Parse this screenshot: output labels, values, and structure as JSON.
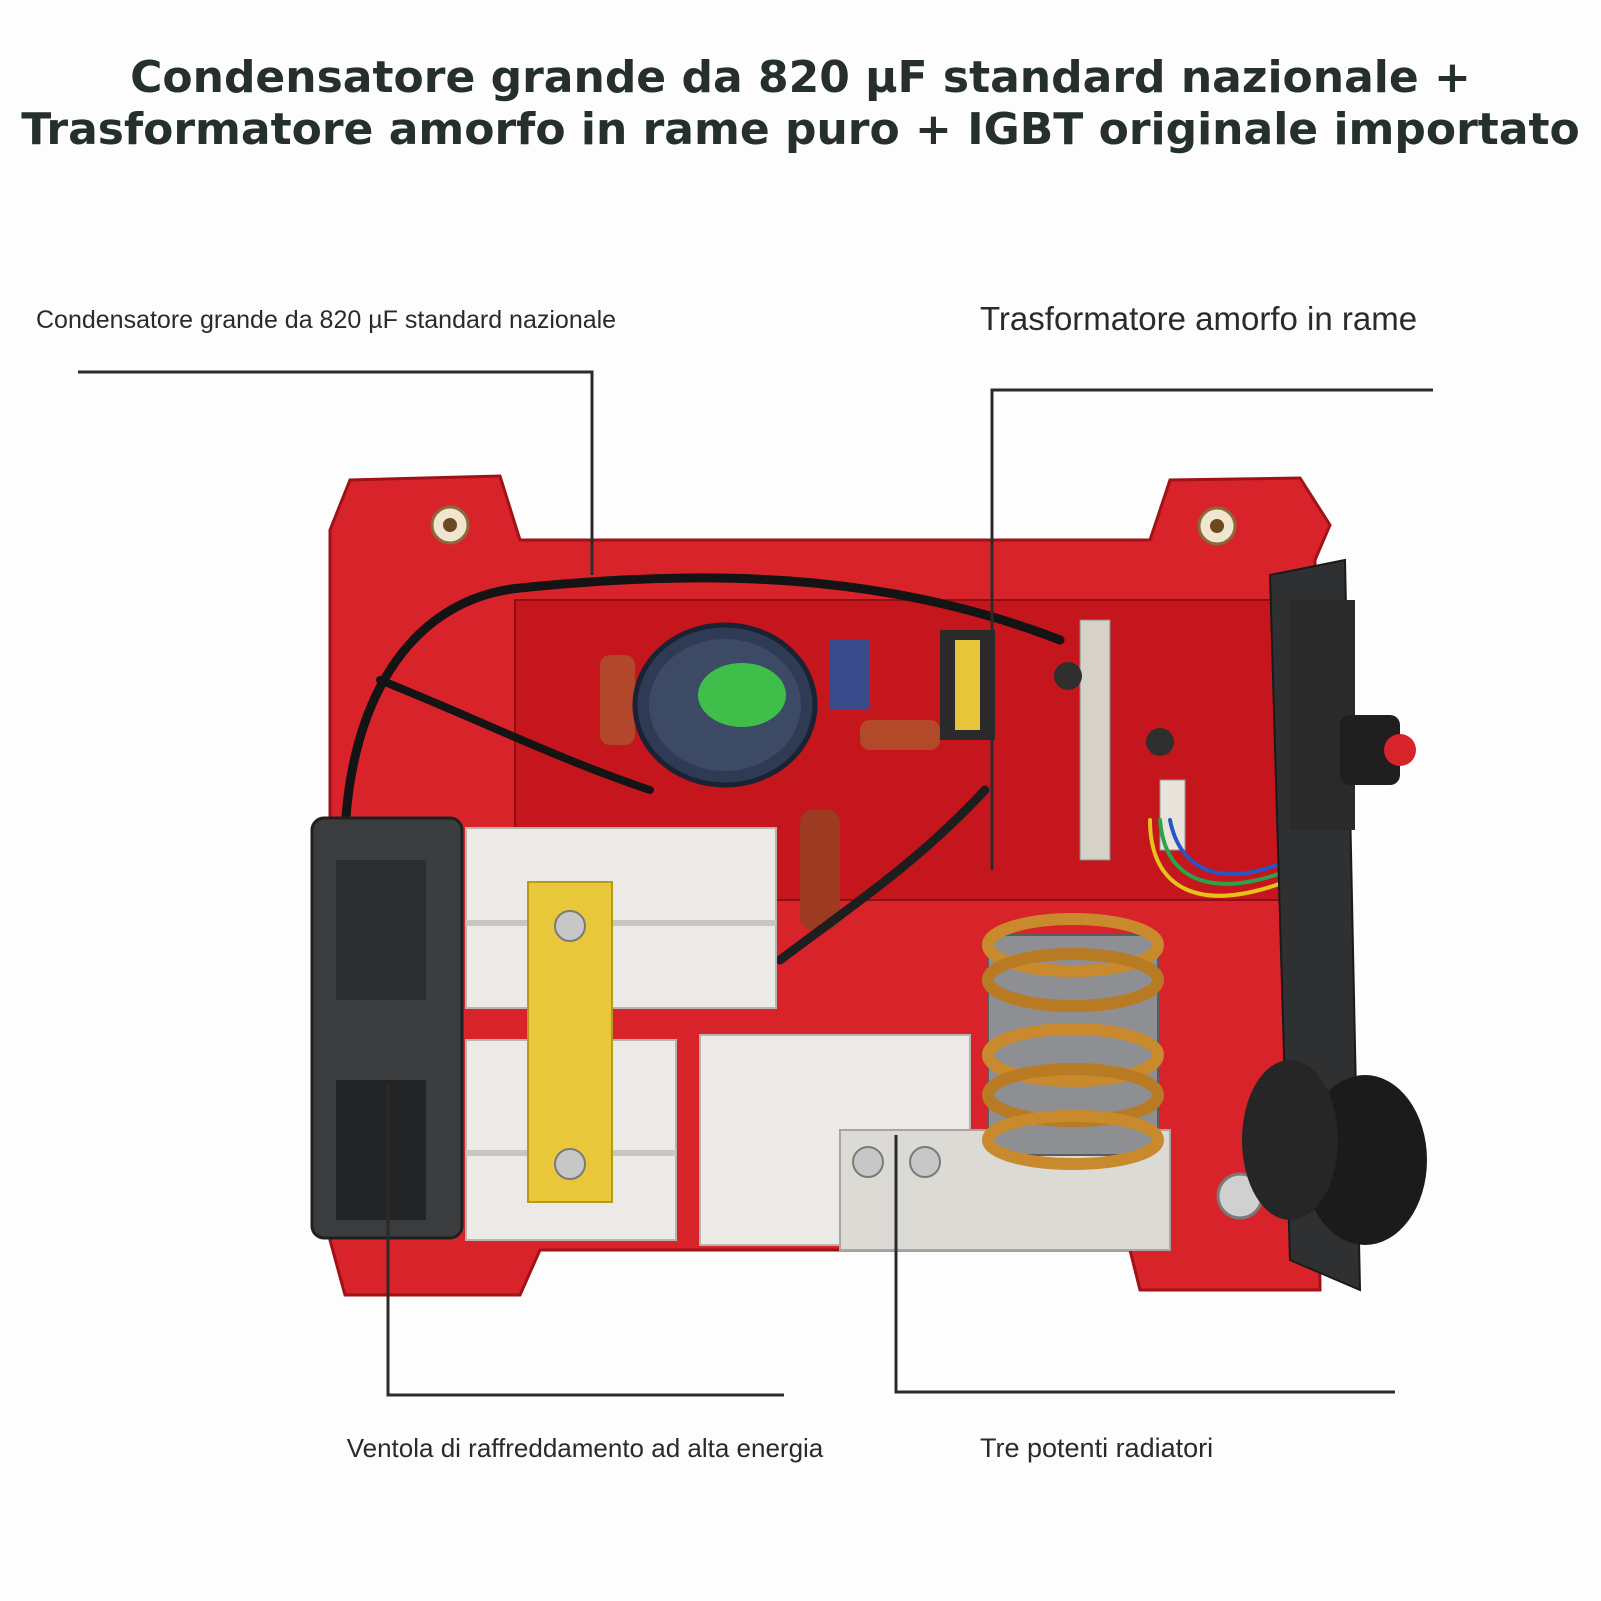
{
  "header": {
    "title_line1": "Condensatore grande da 820 µF standard nazionale +",
    "title_line2": "Trasformatore amorfo in rame puro + IGBT originale importato"
  },
  "callouts": {
    "capacitor": "Condensatore grande da 820 µF standard nazionale",
    "transformer": "Trasformatore amorfo in rame",
    "fan": "Ventola di raffreddamento ad alta energia",
    "radiators": "Tre potenti radiatori"
  },
  "colors": {
    "housing": "#d9232a",
    "pcb": "#c4161c",
    "heatsink": "#eceae6",
    "copper": "#c98a2e",
    "fan": "#3a3c3d",
    "text": "#25302a"
  }
}
